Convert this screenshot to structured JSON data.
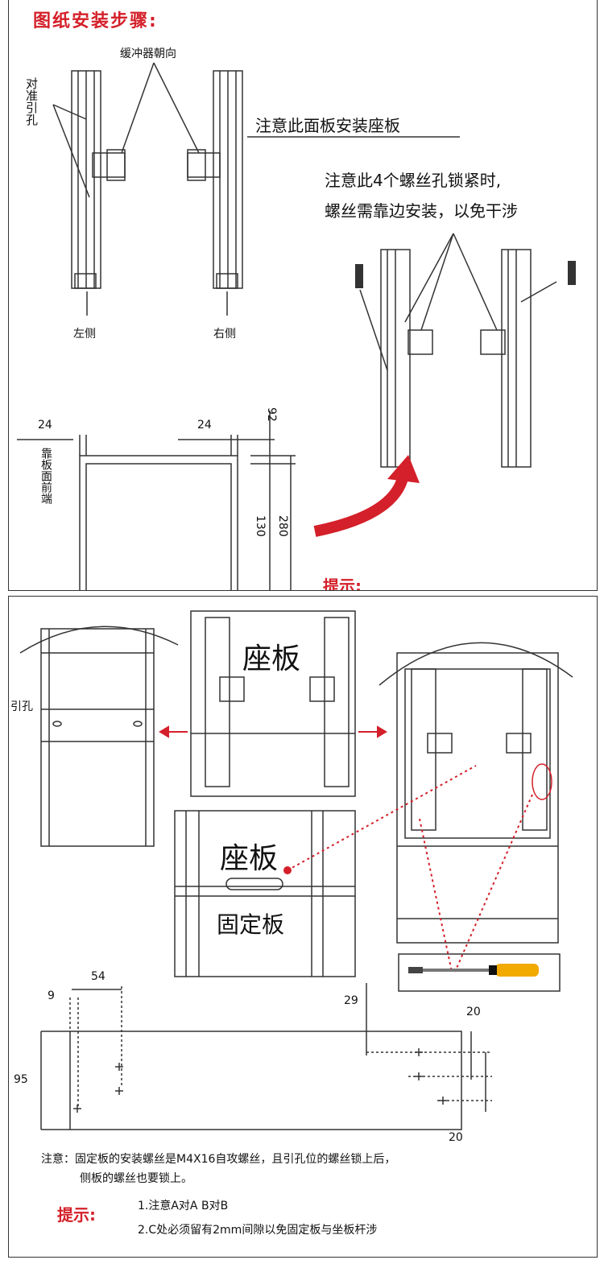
{
  "panel1": {
    "title": "图纸安装步骤:",
    "buffer_direction": "缓冲器朝向",
    "align_holes": "对准引孔",
    "panel_seat_note": "注意此面板安装座板",
    "screw_note_line1": "注意此4个螺丝孔锁紧时,",
    "screw_note_line2": "螺丝需靠边安装，以免干涉",
    "left_side": "左侧",
    "right_side": "右侧",
    "dim_24_left": "24",
    "dim_24_right": "24",
    "dim_92": "92",
    "dim_130": "130",
    "dim_280": "280",
    "front_end": "靠板面前端",
    "tip_cut": "提示:"
  },
  "panel2": {
    "guide_hole": "引孔",
    "seat_plate": "座板",
    "seat_plate_2": "座板",
    "fixed_plate": "固定板",
    "dim_9": "9",
    "dim_54": "54",
    "dim_95": "95",
    "dim_29": "29",
    "dim_20_top": "20",
    "dim_20_bottom": "20",
    "note": "注意：固定板的安装螺丝是M4X16自攻螺丝，且引孔位的螺丝锁上后，",
    "note2": "侧板的螺丝也要锁上。",
    "tip_label": "提示:",
    "tip1": "1.注意A对A  B对B",
    "tip2": "2.C处必须留有2mm间隙以免固定板与坐板杆涉"
  },
  "colors": {
    "red": "#d4202a",
    "line": "#333333"
  }
}
